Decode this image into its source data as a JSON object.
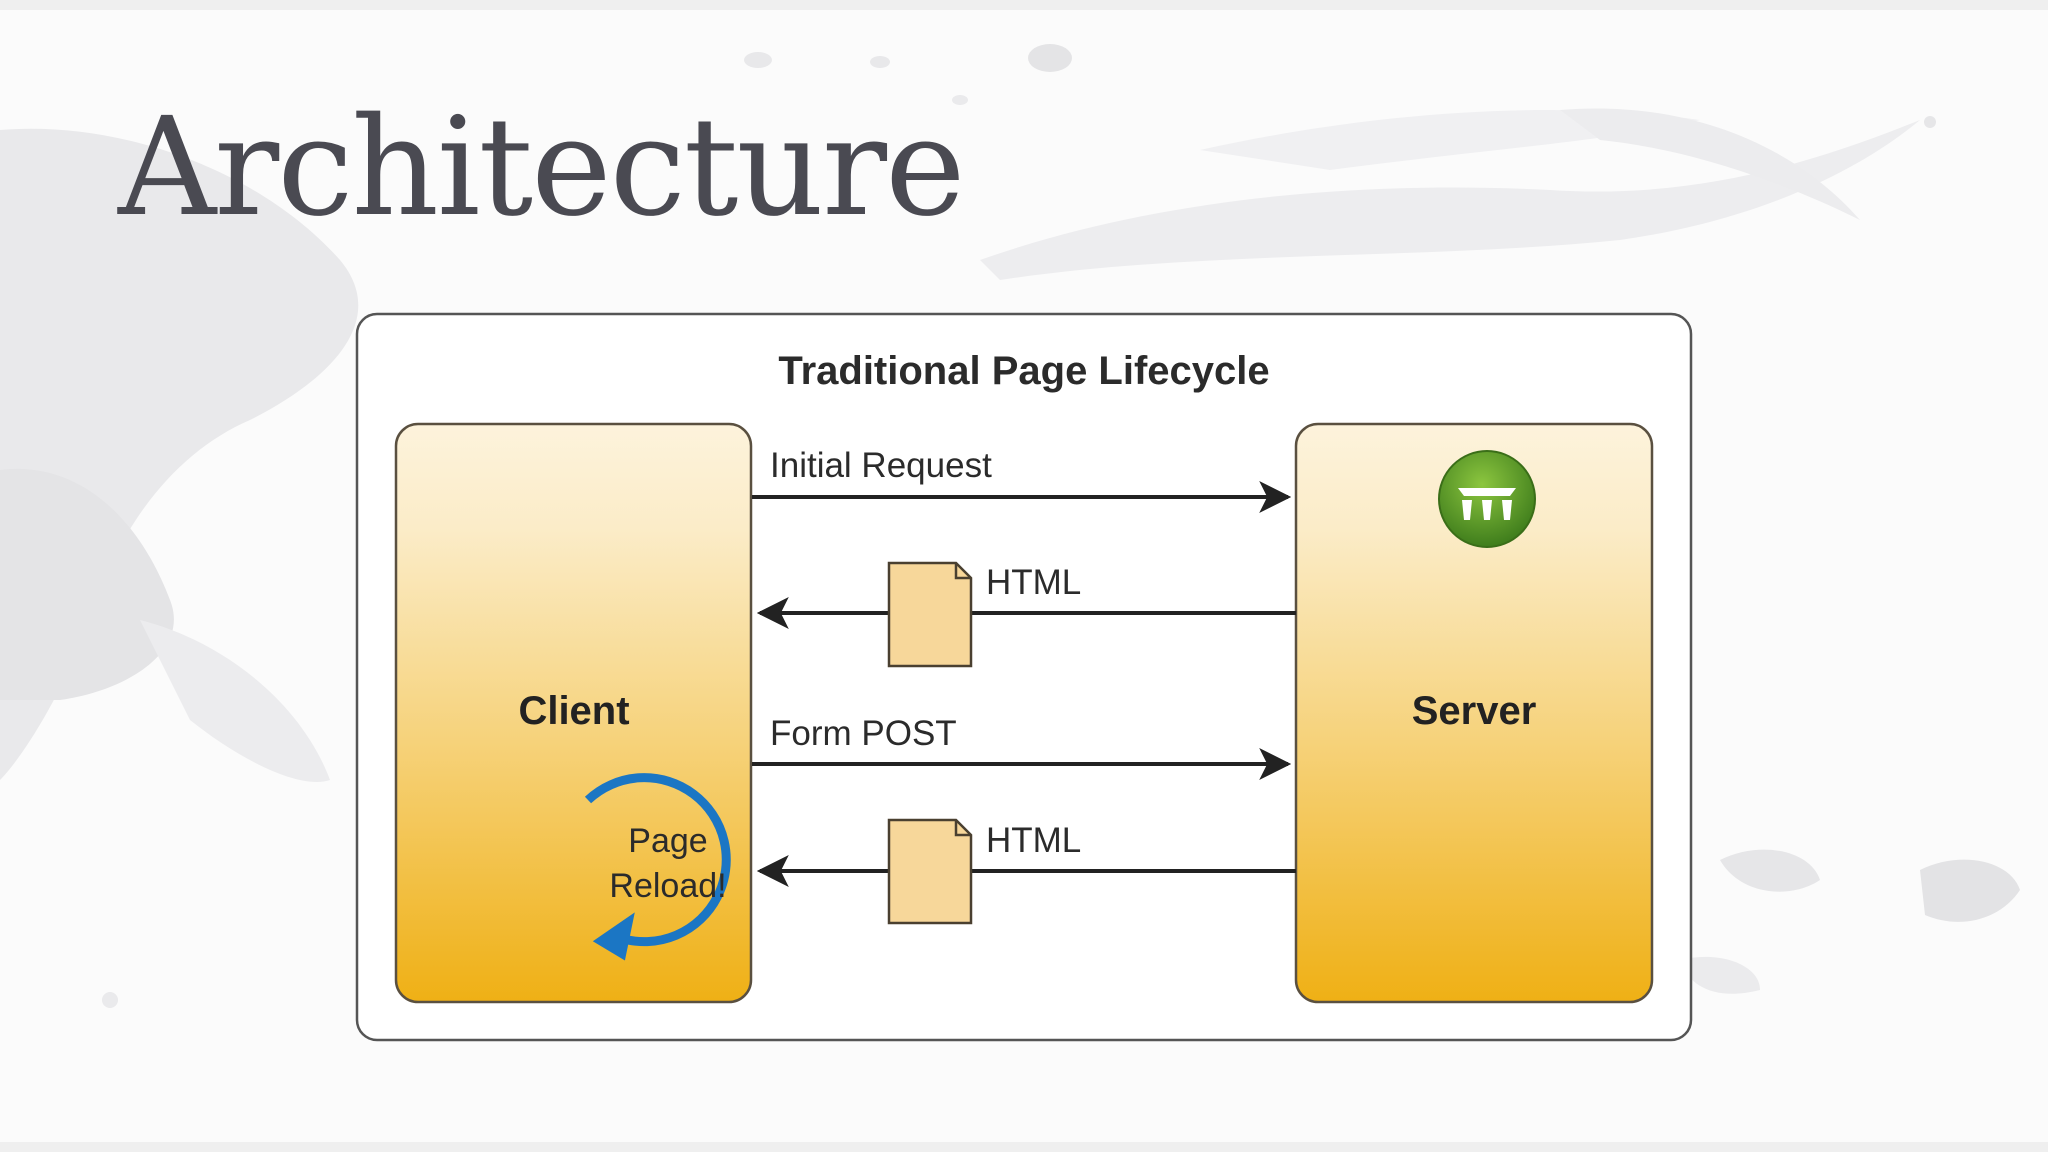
{
  "slide": {
    "title": "Architecture"
  },
  "diagram": {
    "title": "Traditional Page Lifecycle",
    "client_label": "Client",
    "server_label": "Server",
    "reload_line1": "Page",
    "reload_line2": "Reload!",
    "arrows": [
      {
        "label": "Initial Request",
        "direction": "client-to-server"
      },
      {
        "label": "HTML",
        "direction": "server-to-client"
      },
      {
        "label": "Form POST",
        "direction": "client-to-server"
      },
      {
        "label": "HTML",
        "direction": "server-to-client"
      }
    ],
    "server_icon": "iis-server-icon",
    "doc_icon": "document-icon",
    "colors": {
      "box_top": "#fbecc8",
      "box_bottom": "#efb21a",
      "reload_blue": "#1b76c4",
      "server_icon_green": "#5b9a2a",
      "text_dark": "#2b2b2b",
      "title_gray": "#4a4a52"
    }
  }
}
